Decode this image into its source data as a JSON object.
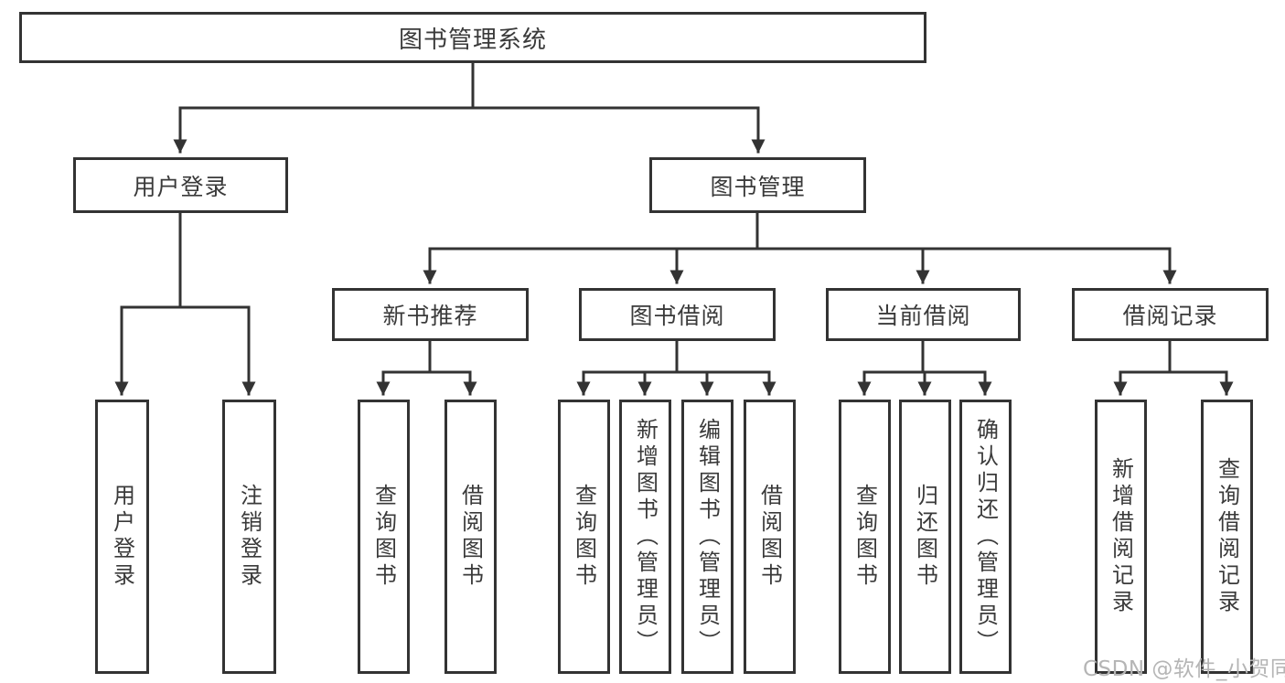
{
  "colors": {
    "line": "#333333",
    "border": "#333333",
    "text": "#3a3a3a",
    "background": "#ffffff",
    "watermark": "#b5b5b5"
  },
  "watermark": {
    "text": "CSDN @软件_小贺同学"
  },
  "tree": {
    "label": "图书管理系统",
    "children": [
      {
        "label": "用户登录",
        "children": [
          {
            "label": "用户登录"
          },
          {
            "label": "注销登录"
          }
        ]
      },
      {
        "label": "图书管理",
        "children": [
          {
            "label": "新书推荐",
            "children": [
              {
                "label": "查询图书"
              },
              {
                "label": "借阅图书"
              }
            ]
          },
          {
            "label": "图书借阅",
            "children": [
              {
                "label": "查询图书"
              },
              {
                "label": "新增图书（管理员）"
              },
              {
                "label": "编辑图书（管理员）"
              },
              {
                "label": "借阅图书"
              }
            ]
          },
          {
            "label": "当前借阅",
            "children": [
              {
                "label": "查询图书"
              },
              {
                "label": "归还图书"
              },
              {
                "label": "确认归还（管理员）"
              }
            ]
          },
          {
            "label": "借阅记录",
            "children": [
              {
                "label": "新增借阅记录"
              },
              {
                "label": "查询借阅记录"
              }
            ]
          }
        ]
      }
    ]
  }
}
